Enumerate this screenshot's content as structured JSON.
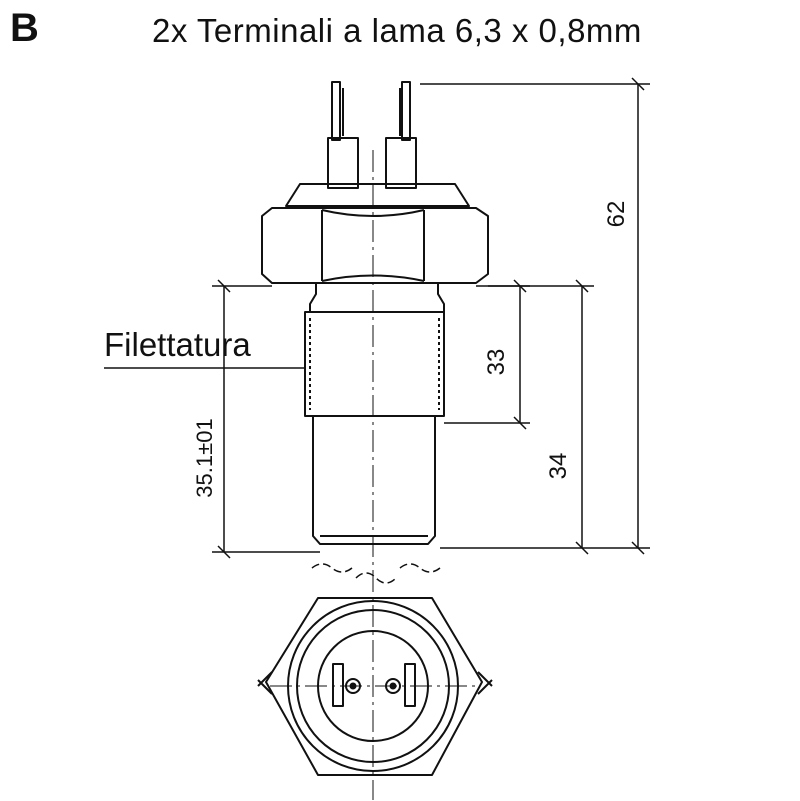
{
  "header": {
    "panel_label": "B",
    "title": "2x Terminali a lama 6,3 x 0,8mm"
  },
  "callouts": {
    "thread": "Filettatura"
  },
  "dimensions": {
    "overall_height": "62",
    "thread_length": "33",
    "body_length": "34",
    "probe_length": "35.1±01"
  }
}
